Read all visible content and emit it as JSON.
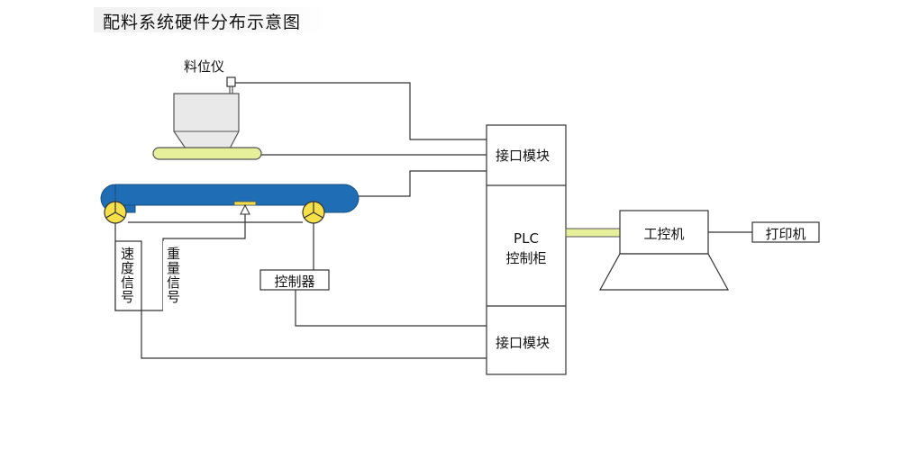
{
  "title": "配料系统硬件分布示意图",
  "labels": {
    "level_meter": "料位仪",
    "interface_module_top": "接口模块",
    "interface_module_bottom": "接口模块",
    "plc_line1": "PLC",
    "plc_line2": "控制柜",
    "industrial_pc": "工控机",
    "printer": "打印机",
    "controller": "控制器",
    "speed_signal": "速度信号",
    "weight_signal": "重量信号"
  },
  "colors": {
    "belt": "#1f6eb5",
    "feeder_bar": "#e6ef9a",
    "roller": "#f5e04a",
    "link_bar": "#e6ef9a",
    "line": "#333333"
  }
}
